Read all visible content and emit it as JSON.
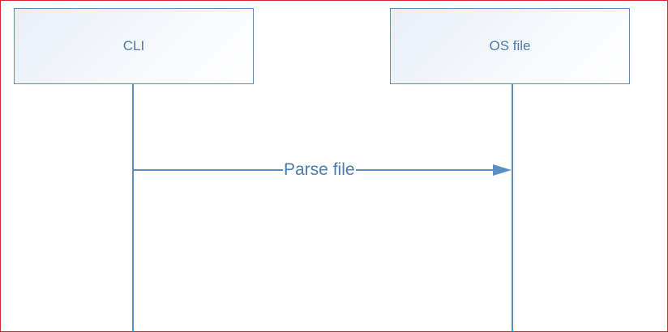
{
  "participants": [
    {
      "label": "CLI"
    },
    {
      "label": "OS file"
    }
  ],
  "messages": [
    {
      "label": "Parse file",
      "from": "CLI",
      "to": "OS file"
    }
  ],
  "colors": {
    "border": "#5b8fc1",
    "text": "#4a7cae",
    "frame": "#e0222a"
  }
}
